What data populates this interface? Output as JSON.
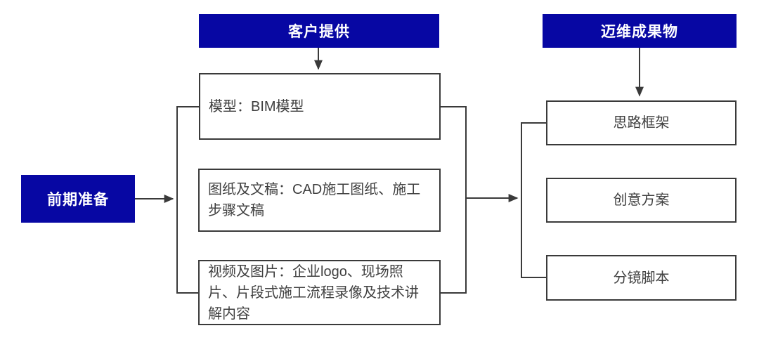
{
  "diagram": {
    "title_hint": "前期准备流程图",
    "headers": {
      "customer_provides": "客户提供",
      "deliverables": "迈维成果物"
    },
    "stage": {
      "preparation": "前期准备"
    },
    "inputs": [
      {
        "label": "模型：BIM模型"
      },
      {
        "label": "图纸及文稿：CAD施工图纸、施工步骤文稿"
      },
      {
        "label": "视频及图片：企业logo、现场照片、片段式施工流程录像及技术讲解内容"
      }
    ],
    "outputs": [
      {
        "label": "思路框架"
      },
      {
        "label": "创意方案"
      },
      {
        "label": "分镜脚本"
      }
    ],
    "colors": {
      "accent_blue": "#0707A3",
      "line_gray": "#3a3a3a",
      "text_gray": "#404040",
      "background": "#ffffff"
    }
  }
}
